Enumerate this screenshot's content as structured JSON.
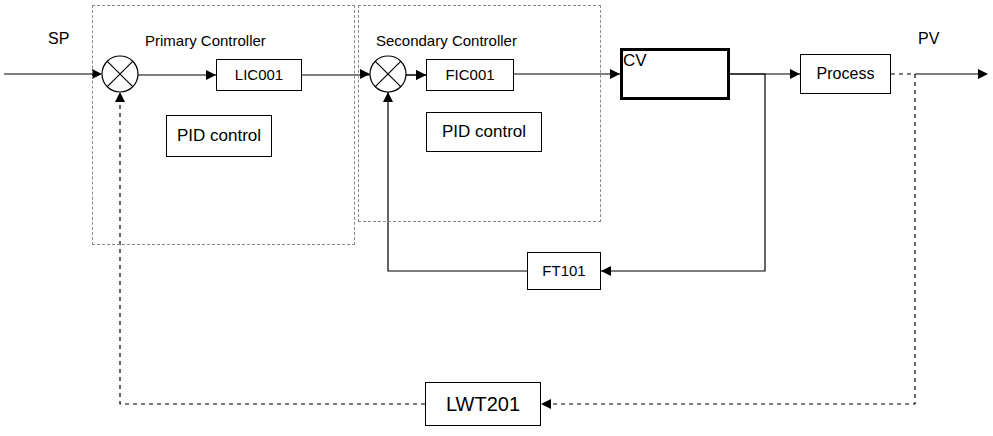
{
  "diagram": {
    "nodes": [
      {
        "text": [
          "Primary Controller"
        ]
      },
      {
        "text": [
          "LIC001"
        ],
        "in": 0
      },
      {
        "text": [
          "PID control"
        ],
        "in": 0
      },
      {
        "text": [
          "Secondary Controller"
        ]
      },
      {
        "text": [
          "FIC001"
        ],
        "in": 3
      },
      {
        "text": [
          "PID control"
        ],
        "in": 3
      },
      {
        "text": [
          "CV"
        ]
      },
      {
        "text": [
          "FT101"
        ]
      },
      {
        "text": [
          "Process"
        ]
      },
      {
        "text": [
          "LWT201"
        ]
      }
    ],
    "edges": [
      {
        "from": 1,
        "to": 4,
        "arrow": "to"
      },
      {
        "from": 4,
        "to": 6,
        "arrow": "to"
      },
      {
        "from": 6,
        "to": 8,
        "arrow": "to"
      },
      {
        "from": 6,
        "to": 7,
        "arrow": "to"
      },
      {
        "from": 7,
        "to": 4,
        "arrow": "to"
      },
      {
        "from": 8,
        "to": 9,
        "arrow": "to"
      },
      {
        "from": 9,
        "to": 1,
        "arrow": "to"
      }
    ],
    "labels": [
      "SP",
      "PV"
    ]
  }
}
